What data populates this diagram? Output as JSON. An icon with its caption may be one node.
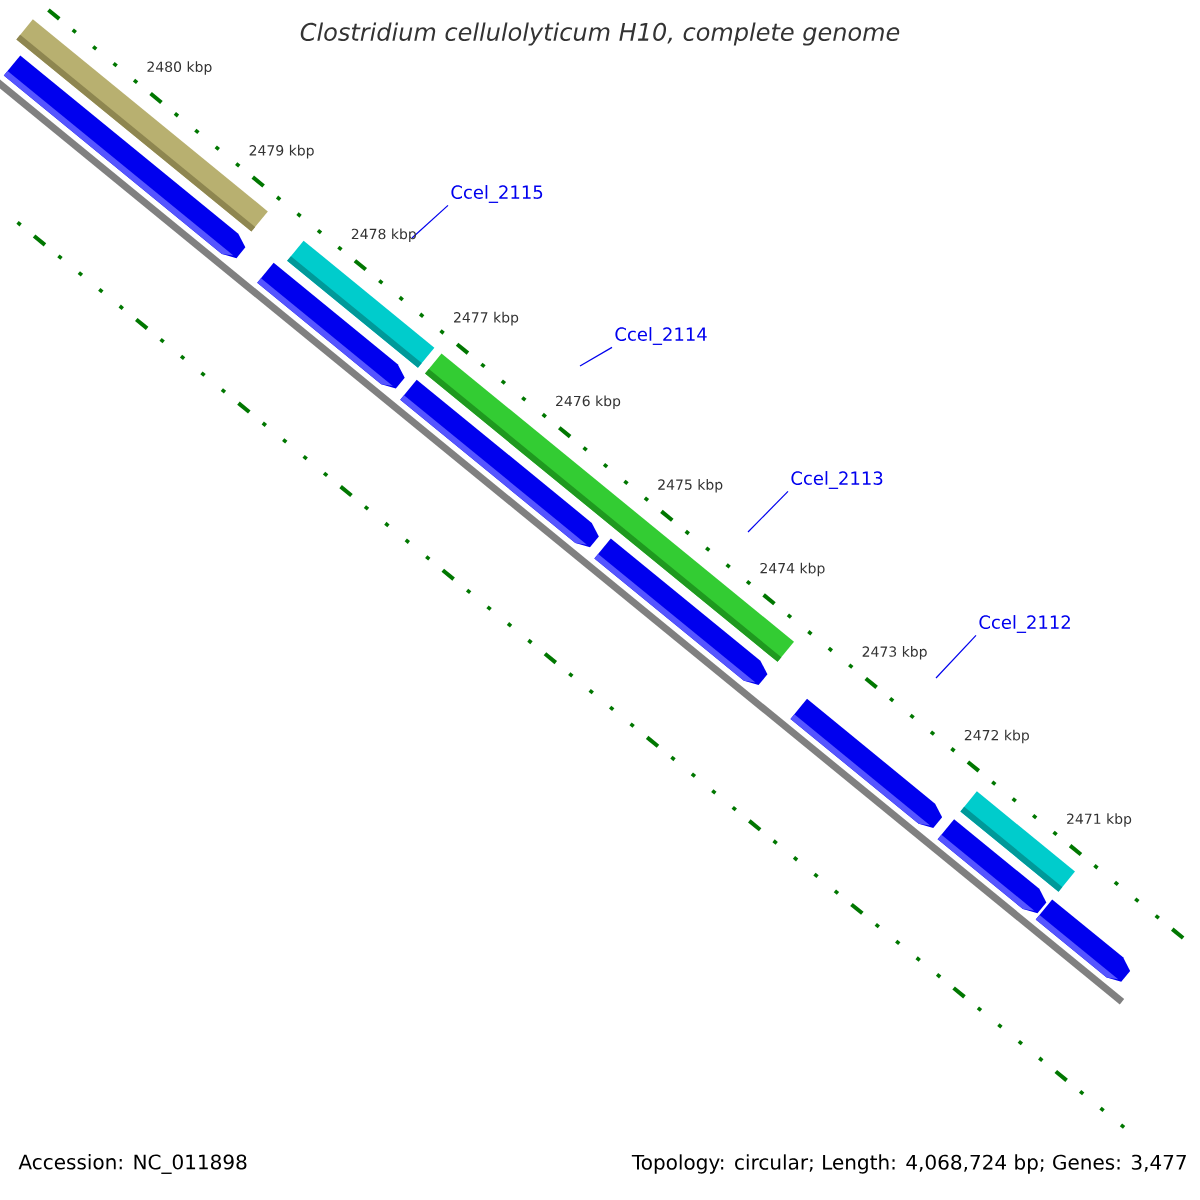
{
  "diagram": {
    "title": "Clostridium cellulolyticum H10, complete genome",
    "nodes": [
      {
        "text": [
          "Ccel_2115"
        ]
      },
      {
        "text": [
          "Ccel_2114"
        ]
      },
      {
        "text": [
          "Ccel_2113"
        ]
      },
      {
        "text": [
          "Ccel_2112"
        ]
      }
    ],
    "edges": [
      {
        "from": 0,
        "to": null,
        "arrow": "none"
      },
      {
        "from": 1,
        "to": null,
        "arrow": "none"
      },
      {
        "from": 2,
        "to": null,
        "arrow": "none"
      },
      {
        "from": 3,
        "to": null,
        "arrow": "none"
      }
    ],
    "labels": [
      "2480 kbp",
      "2479 kbp",
      "2478 kbp",
      "2477 kbp",
      "2476 kbp",
      "2475 kbp",
      "2474 kbp",
      "2473 kbp",
      "2472 kbp",
      "2471 kbp",
      "Accession: NC_011898",
      "Topology: circular; Length: 4,068,724 bp; Genes: 3,477"
    ]
  }
}
